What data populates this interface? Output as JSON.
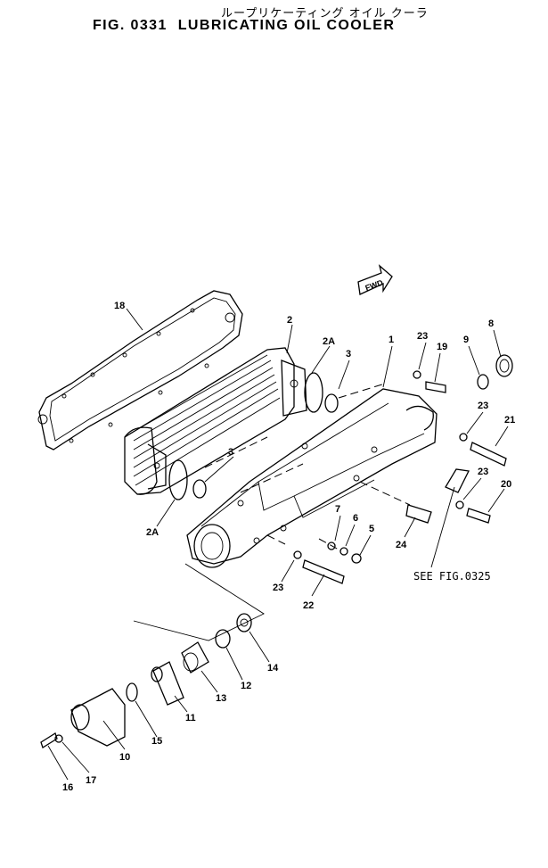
{
  "header": {
    "jp_title": "ループリケーティング オイル クーラ",
    "fig_number": "FIG. 0331",
    "fig_title": "LUBRICATING OIL COOLER"
  },
  "diagram": {
    "direction_marker": "FWD",
    "see_reference": "SEE FIG.0325",
    "part_labels": [
      "1",
      "2",
      "2A",
      "2A",
      "3",
      "3",
      "5",
      "6",
      "7",
      "8",
      "9",
      "10",
      "11",
      "12",
      "13",
      "14",
      "15",
      "16",
      "17",
      "18",
      "19",
      "20",
      "21",
      "22",
      "23",
      "23",
      "23",
      "23",
      "24"
    ]
  }
}
